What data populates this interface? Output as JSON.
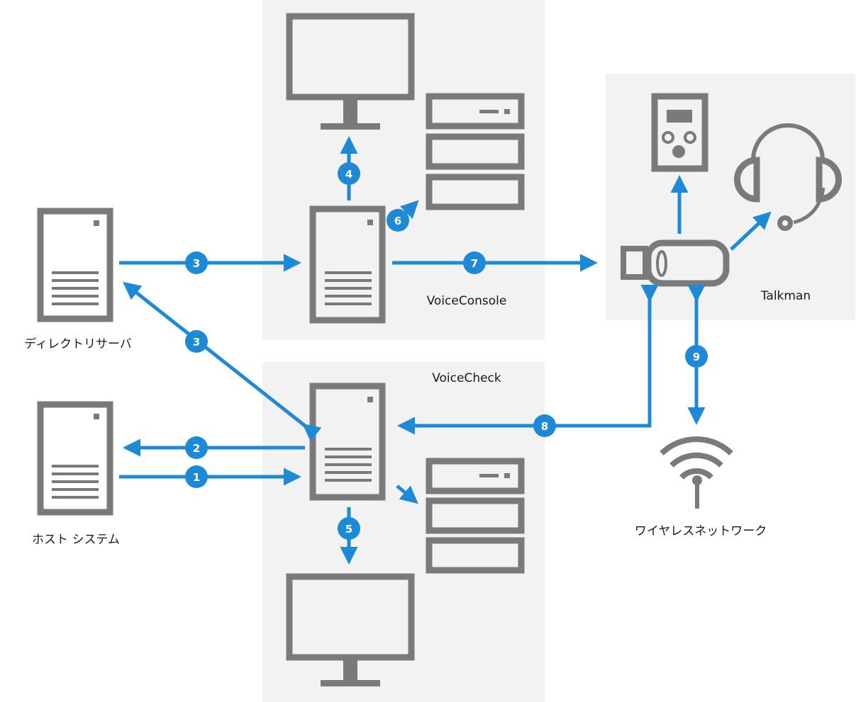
{
  "colors": {
    "accent_blue": "#1e8ad6",
    "icon_gray": "#7a7a7a",
    "panel_gray": "#f2f2f2"
  },
  "labels": {
    "directory_server": "ディレクトリサーバ",
    "host_system": "ホスト システム",
    "voiceconsole": "VoiceConsole",
    "voicecheck": "VoiceCheck",
    "talkman": "Talkman",
    "wireless_network": "ワイヤレスネットワーク"
  },
  "steps": {
    "s1": "1",
    "s2": "2",
    "s3a": "3",
    "s3b": "3",
    "s4": "4",
    "s5": "5",
    "s6": "6",
    "s7": "7",
    "s8": "8",
    "s9": "9"
  }
}
